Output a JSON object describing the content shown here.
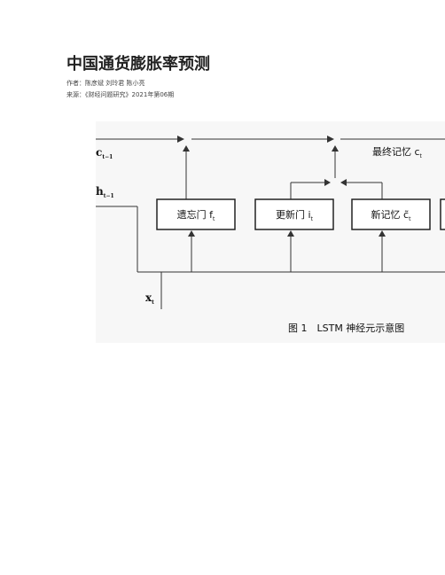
{
  "article": {
    "title": "中国通货膨胀率预测",
    "authors_line": "作者：陈彦斌 刘玲君 陈小亮",
    "source_line": "来源：《财经问题研究》2021年第06期"
  },
  "figure": {
    "c_label": "c",
    "c_sub": "t−1",
    "h_label": "h",
    "h_sub": "t−1",
    "x_label": "x",
    "x_sub": "t",
    "forget_gate": {
      "text": "遗忘门 f",
      "sub": "t"
    },
    "update_gate": {
      "text": "更新门 i",
      "sub": "t"
    },
    "new_memory": {
      "text": "新记忆 c̃",
      "sub": "t"
    },
    "final_memory": {
      "text": "最终记忆 c",
      "sub": "t"
    },
    "caption": "图 1　LSTM 神经元示意图"
  }
}
